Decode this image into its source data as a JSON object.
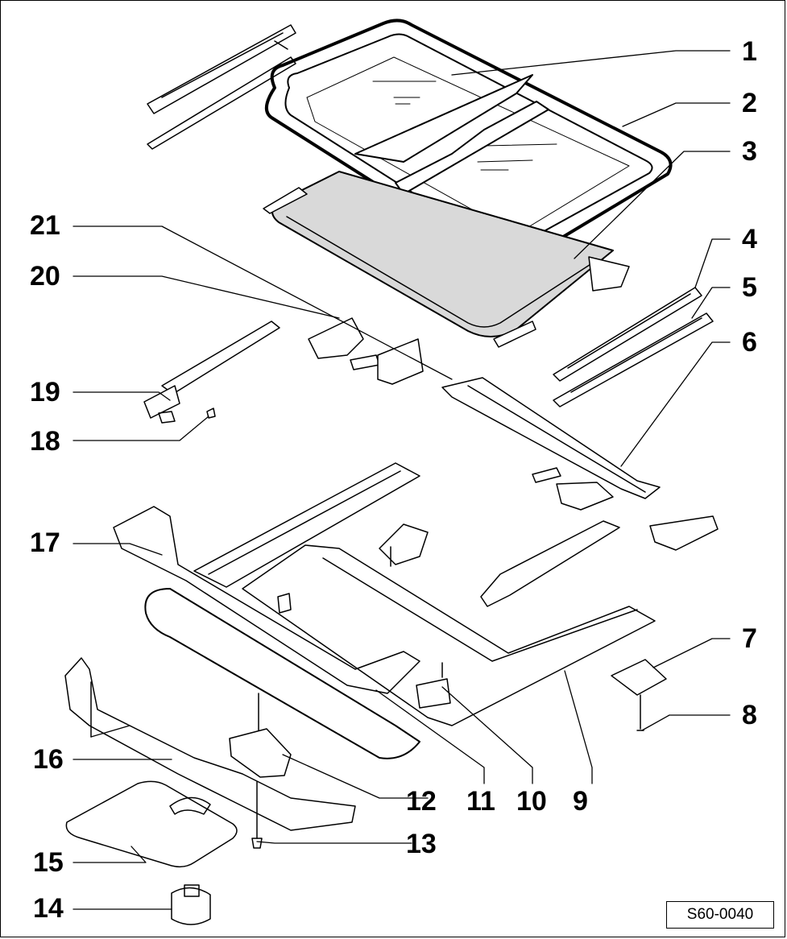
{
  "drawing_code": "S60-0040",
  "callouts": [
    "1",
    "2",
    "3",
    "4",
    "5",
    "6",
    "7",
    "8",
    "9",
    "10",
    "11",
    "12",
    "13",
    "14",
    "15",
    "16",
    "17",
    "18",
    "19",
    "20",
    "21"
  ]
}
